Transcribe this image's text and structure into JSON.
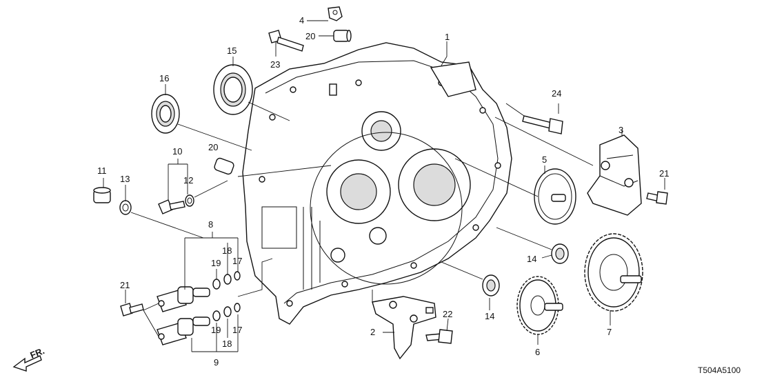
{
  "diagram": {
    "code": "T504A5100",
    "direction_label": "FR.",
    "callouts": [
      {
        "id": "c1",
        "text": "1"
      },
      {
        "id": "c2",
        "text": "2"
      },
      {
        "id": "c3",
        "text": "3"
      },
      {
        "id": "c4",
        "text": "4"
      },
      {
        "id": "c5",
        "text": "5"
      },
      {
        "id": "c6",
        "text": "6"
      },
      {
        "id": "c7",
        "text": "7"
      },
      {
        "id": "c8",
        "text": "8"
      },
      {
        "id": "c9",
        "text": "9"
      },
      {
        "id": "c10",
        "text": "10"
      },
      {
        "id": "c11",
        "text": "11"
      },
      {
        "id": "c12",
        "text": "12"
      },
      {
        "id": "c13",
        "text": "13"
      },
      {
        "id": "c14a",
        "text": "14"
      },
      {
        "id": "c14b",
        "text": "14"
      },
      {
        "id": "c15",
        "text": "15"
      },
      {
        "id": "c16",
        "text": "16"
      },
      {
        "id": "c17a",
        "text": "17"
      },
      {
        "id": "c17b",
        "text": "17"
      },
      {
        "id": "c18a",
        "text": "18"
      },
      {
        "id": "c18b",
        "text": "18"
      },
      {
        "id": "c19a",
        "text": "19"
      },
      {
        "id": "c19b",
        "text": "19"
      },
      {
        "id": "c20a",
        "text": "20"
      },
      {
        "id": "c20b",
        "text": "20"
      },
      {
        "id": "c21a",
        "text": "21"
      },
      {
        "id": "c21b",
        "text": "21"
      },
      {
        "id": "c22",
        "text": "22"
      },
      {
        "id": "c23",
        "text": "23"
      },
      {
        "id": "c24",
        "text": "24"
      }
    ]
  }
}
